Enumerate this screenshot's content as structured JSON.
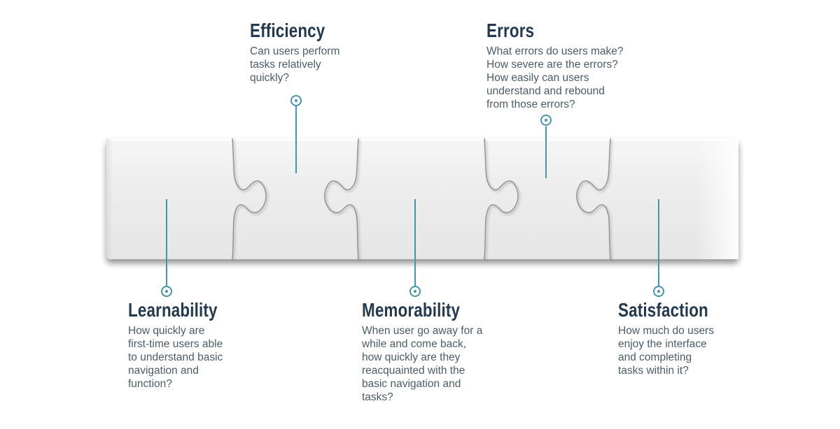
{
  "diagram": {
    "type": "puzzle-strip-infographic",
    "pieces_count": 5,
    "accent_color": "#4795aa",
    "heading_color": "#24394e",
    "body_text_color": "#4b5c68",
    "piece_color": "#ededed",
    "items": [
      {
        "id": "learnability",
        "label": "Learnability",
        "description": "How quickly are\nfirst-time users able\nto understand basic\nnavigation and\nfunction?",
        "callout_position": "below"
      },
      {
        "id": "efficiency",
        "label": "Efficiency",
        "description": "Can users perform\ntasks relatively\nquickly?",
        "callout_position": "above"
      },
      {
        "id": "memorability",
        "label": "Memorability",
        "description": "When user go away for a\nwhile and come back,\nhow quickly are they\nreacquainted with the\nbasic navigation and\ntasks?",
        "callout_position": "below"
      },
      {
        "id": "errors",
        "label": "Errors",
        "description": "What errors do users make?\nHow severe are the errors?\nHow easily can users\nunderstand and rebound\nfrom those errors?",
        "callout_position": "above"
      },
      {
        "id": "satisfaction",
        "label": "Satisfaction",
        "description": "How much do users\nenjoy the interface\nand completing\ntasks within it?",
        "callout_position": "below"
      }
    ]
  }
}
